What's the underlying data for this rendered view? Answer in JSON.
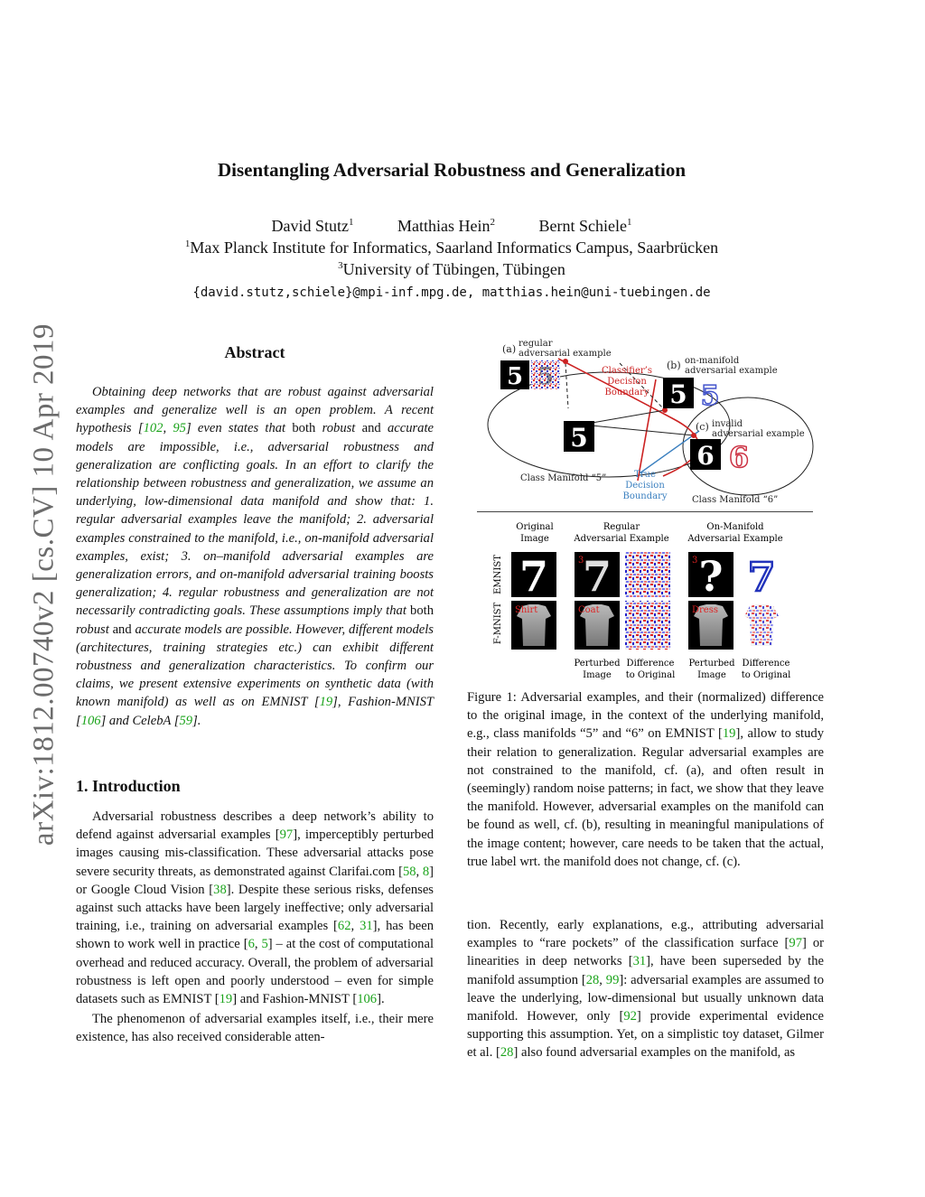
{
  "sidebar": {
    "arxiv_id": "arXiv:1812.00740v2  [cs.CV]  10 Apr 2019"
  },
  "header": {
    "title": "Disentangling Adversarial Robustness and Generalization",
    "authors": [
      {
        "name": "David Stutz",
        "sup": "1"
      },
      {
        "name": "Matthias Hein",
        "sup": "2"
      },
      {
        "name": "Bernt Schiele",
        "sup": "1"
      }
    ],
    "affiliation_1": {
      "sup": "1",
      "text": "Max Planck Institute for Informatics, Saarland Informatics Campus, Saarbrücken"
    },
    "affiliation_2": {
      "sup": "3",
      "text": "University of Tübingen, Tübingen"
    },
    "email": "{david.stutz,schiele}@mpi-inf.mpg.de, matthias.hein@uni-tuebingen.de"
  },
  "abstract": {
    "heading": "Abstract",
    "p1": "Obtaining deep networks that are robust against adversarial examples and generalize well is an open problem. A recent hypothesis [",
    "r1": "102",
    "p2": ", ",
    "r2": "95",
    "p3": "] even states that ",
    "u1": "both",
    "p4": " robust ",
    "u2": "and",
    "p5": " accurate models are impossible, i.e., adversarial robustness and generalization are conflicting goals. In an effort to clarify the relationship between robustness and generalization, we assume an underlying, low-dimensional data manifold and show that: 1. regular adversarial examples leave the manifold; 2. adversarial examples constrained to the manifold, i.e., on-manifold adversarial examples, exist; 3. on–manifold adversarial examples are generalization errors, and on-manifold adversarial training boosts generalization; 4. regular robustness and generalization are not necessarily contradicting goals. These assumptions imply that ",
    "u3": "both",
    "p6": " robust ",
    "u4": "and",
    "p7": " accurate models are possible. However, different models (architectures, training strategies etc.) can exhibit different robustness and generalization characteristics. To confirm our claims, we present extensive experiments on synthetic data (with known manifold) as well as on EMNIST [",
    "r3": "19",
    "p8": "], Fashion-MNIST [",
    "r4": "106",
    "p9": "] and CelebA [",
    "r5": "59",
    "p10": "]."
  },
  "intro": {
    "heading": "1. Introduction",
    "para1": {
      "a": "Adversarial robustness describes a deep network’s ability to defend against adversarial examples [",
      "r97": "97",
      "b": "], imperceptibly perturbed images causing mis-classification. These adversarial attacks pose severe security threats, as demonstrated against Clarifai.com [",
      "r58": "58",
      "c": ", ",
      "r8": "8",
      "d": "] or Google Cloud Vision [",
      "r38": "38",
      "e": "]. Despite these serious risks, defenses against such attacks have been largely ineffective; only adversarial training, i.e., training on adversarial examples [",
      "r62": "62",
      "f": ", ",
      "r31": "31",
      "g": "], has been shown to work well in practice [",
      "r6": "6",
      "h": ", ",
      "r5": "5",
      "i": "] – at the cost of computational overhead and reduced accuracy. Overall, the problem of adversarial robustness is left open and poorly understood – even for simple datasets such as EMNIST [",
      "r19": "19",
      "j": "] and Fashion-MNIST [",
      "r106": "106",
      "k": "]."
    },
    "para2": "The phenomenon of adversarial examples itself, i.e., their mere existence, has also received considerable atten-",
    "right": {
      "a": "tion. Recently, early explanations, e.g., attributing adversarial examples to “rare pockets” of the classification surface [",
      "r97": "97",
      "b": "] or linearities in deep networks [",
      "r31": "31",
      "c": "], have been superseded by the manifold assumption [",
      "r28": "28",
      "d": ", ",
      "r99": "99",
      "e": "]: adversarial examples are assumed to leave the underlying, low-dimensional but usually unknown data manifold. However, only [",
      "r92": "92",
      "f": "] provide experimental evidence supporting this assumption. Yet, on a simplistic toy dataset, Gilmer et al. [",
      "r28b": "28",
      "g": "] also found adversarial examples on the manifold, as"
    }
  },
  "figure": {
    "diagram": {
      "label_a": "(a)",
      "a_line1": "regular",
      "a_line2": "adversarial example",
      "label_b": "(b)",
      "b_line1": "on-manifold",
      "b_line2": "adversarial example",
      "label_c": "(c)",
      "c_line1": "invalid",
      "c_line2": "adversarial example",
      "classifier_1": "Classifier’s",
      "classifier_2": "Decision",
      "classifier_3": "Boundary",
      "true_1": "True",
      "true_2": "Decision",
      "true_3": "Boundary",
      "manifold_5": "Class Manifold “5”",
      "manifold_6": "Class Manifold “6”",
      "digit_5": "5",
      "digit_6": "6"
    },
    "grid": {
      "col1_1": "Original",
      "col1_2": "Image",
      "col2_1": "Regular",
      "col2_2": "Adversarial Example",
      "col3_1": "On-Manifold",
      "col3_2": "Adversarial Example",
      "row1": "EMNIST",
      "row2": "F-MNIST",
      "digit_7": "7",
      "digit_q": "?",
      "tag_3a": "3",
      "tag_3b": "3",
      "tag_shirt": "Shirt",
      "tag_coat": "Coat",
      "tag_dress": "Dress",
      "bottom1_1": "Perturbed",
      "bottom1_2": "Image",
      "bottom2_1": "Difference",
      "bottom2_2": "to Original",
      "bottom3_1": "Perturbed",
      "bottom3_2": "Image",
      "bottom4_1": "Difference",
      "bottom4_2": "to Original"
    },
    "caption": {
      "a": "Figure 1: Adversarial examples, and their (normalized) difference to the original image, in the context of the underlying manifold, e.g., class manifolds “5” and “6” on EMNIST [",
      "r19": "19",
      "b": "], allow to study their relation to generalization. Regular adversarial examples are not constrained to the manifold, cf. (a), and often result in (seemingly) random noise patterns; in fact, we show that they leave the manifold. However, adversarial examples on the manifold can be found as well, cf. (b), resulting in meaningful manipulations of the image content; however, care needs to be taken that the actual, true label wrt. the manifold does not change, cf. (c)."
    },
    "colors": {
      "link_green": "#1aa31a",
      "classifier_red": "#cc2222",
      "true_blue": "#3a7fbf"
    }
  }
}
